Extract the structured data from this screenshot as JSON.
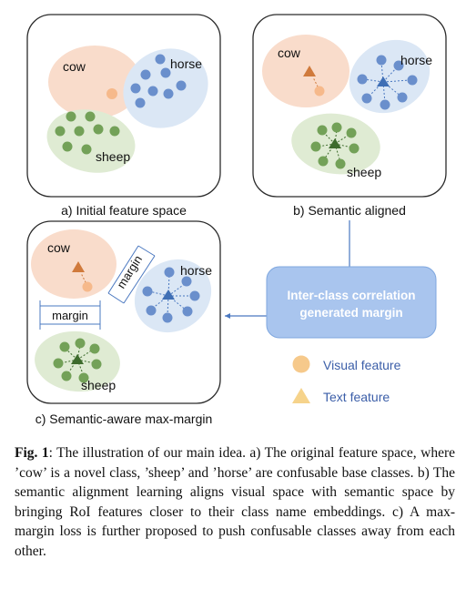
{
  "colors": {
    "cow_fill": "#f9dccb",
    "cow_node": "#f6b98b",
    "cow_triangle": "#d07a3c",
    "horse_fill": "#dbe7f5",
    "horse_node": "#6a8fcc",
    "horse_triangle": "#3f6fb5",
    "sheep_fill": "#dfebd3",
    "sheep_node": "#73a158",
    "sheep_triangle": "#3d6b2c",
    "panel_stroke": "#2b2b2b",
    "margin_line": "#4a78c0",
    "correlation_box_fill": "#a9c5ee",
    "correlation_box_stroke": "#7fa7df",
    "visual_legend": "#f6c98b",
    "text_legend": "#f6d38b",
    "legend_text": "#3b5ea8"
  },
  "panels": {
    "a": {
      "caption": "a) Initial feature space",
      "labels": {
        "cow": "cow",
        "horse": "horse",
        "sheep": "sheep"
      }
    },
    "b": {
      "caption": "b) Semantic aligned",
      "labels": {
        "cow": "cow",
        "horse": "horse",
        "sheep": "sheep"
      }
    },
    "c": {
      "caption": "c) Semantic-aware max-margin",
      "labels": {
        "cow": "cow",
        "horse": "horse",
        "sheep": "sheep"
      },
      "margin_labels": {
        "diagonal": "margin",
        "horizontal": "margin"
      }
    }
  },
  "correlation_box": {
    "line1": "Inter-class correlation",
    "line2": "generated margin"
  },
  "legend": {
    "visual": "Visual feature",
    "text": "Text feature"
  },
  "caption": {
    "fig_label": "Fig. 1",
    "text": ": The illustration of our main idea. a) The original feature space, where ’cow’ is a novel class, ’sheep’ and ’horse’ are confusable base classes. b) The semantic alignment learning aligns visual space with semantic space by bringing RoI features closer to their class name embeddings. c) A max-margin loss is further proposed to push confusable classes away from each other."
  }
}
